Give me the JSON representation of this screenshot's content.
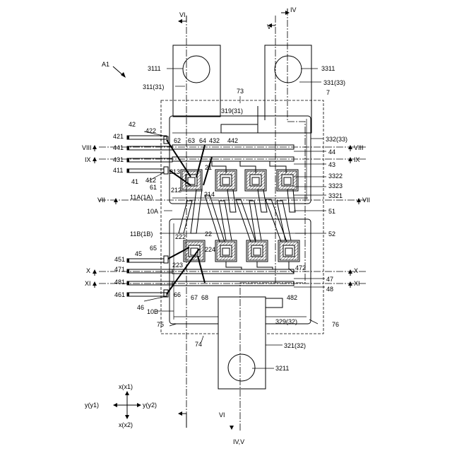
{
  "labels": {
    "A1": "A1",
    "VI": "VI",
    "IV": "IV",
    "V": "V",
    "VIII": "VIII",
    "IX": "IX",
    "VII": "VII",
    "X": "X",
    "XI": "XI",
    "IV_V": "IV,V",
    "n3111": "3111",
    "n311_31": "311(31)",
    "n3311": "3311",
    "n331_33": "331(33)",
    "n73": "73",
    "n7": "7",
    "n319_31": "319(31)",
    "n332_33": "332(33)",
    "n42": "42",
    "n422": "422",
    "n62": "62",
    "n63": "63",
    "n64": "64",
    "n432": "432",
    "n442": "442",
    "n421": "421",
    "n441": "441",
    "n44": "44",
    "n431": "431",
    "n43": "43",
    "n411": "411",
    "n213": "213",
    "n21": "21",
    "n3322": "3322",
    "n412": "412",
    "n41": "41",
    "n61": "61",
    "n214": "214",
    "n212": "212",
    "n3323": "3323",
    "n11A": "11A(1A)",
    "n3321": "3321",
    "n10A": "10A",
    "n51": "51",
    "n11B": "11B(1B)",
    "n22": "22",
    "n222": "222",
    "n52": "52",
    "n65": "65",
    "n224": "224",
    "n223": "223",
    "n451": "451",
    "n45": "45",
    "n471": "471",
    "n472": "472",
    "n481": "481",
    "n47": "47",
    "n48": "48",
    "n461": "461",
    "n66": "66",
    "n67": "67",
    "n68": "68",
    "n482": "482",
    "n46": "46",
    "n10B": "10B",
    "n75": "75",
    "n329_32": "329(32)",
    "n76": "76",
    "n74": "74",
    "n321_32": "321(32)",
    "n3211": "3211",
    "ax_x1": "x(x1)",
    "ax_x2": "x(x2)",
    "ax_y1": "y(y1)",
    "ax_y2": "y(y2)"
  }
}
